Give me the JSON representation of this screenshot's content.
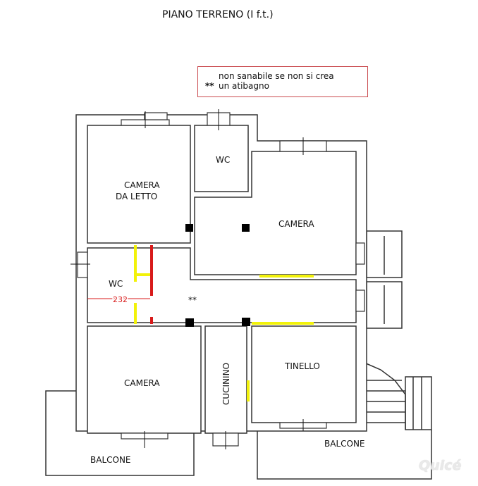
{
  "title": "PIANO  TERRENO    (I  f.t.)",
  "note": {
    "marker": "**",
    "text_line1": "non  sanabile  se  non  si  crea",
    "text_line2": "un  atibagno"
  },
  "rooms": {
    "camera_da_letto_1": "CAMERA",
    "camera_da_letto_2": "DA  LETTO",
    "wc_top": "WC",
    "camera_right": "CAMERA",
    "wc_left": "WC",
    "corridor_marker": "**",
    "camera_bottom": "CAMERA",
    "cucinino": "CUCININO",
    "tinello": "TINELLO",
    "balcone_left": "BALCONE",
    "balcone_right": "BALCONE"
  },
  "dimension": "232",
  "watermark": "Quicé",
  "colors": {
    "wall": "#333333",
    "yellow": "#f2f20a",
    "red": "#d81a1a",
    "note_border": "#c9494e"
  }
}
